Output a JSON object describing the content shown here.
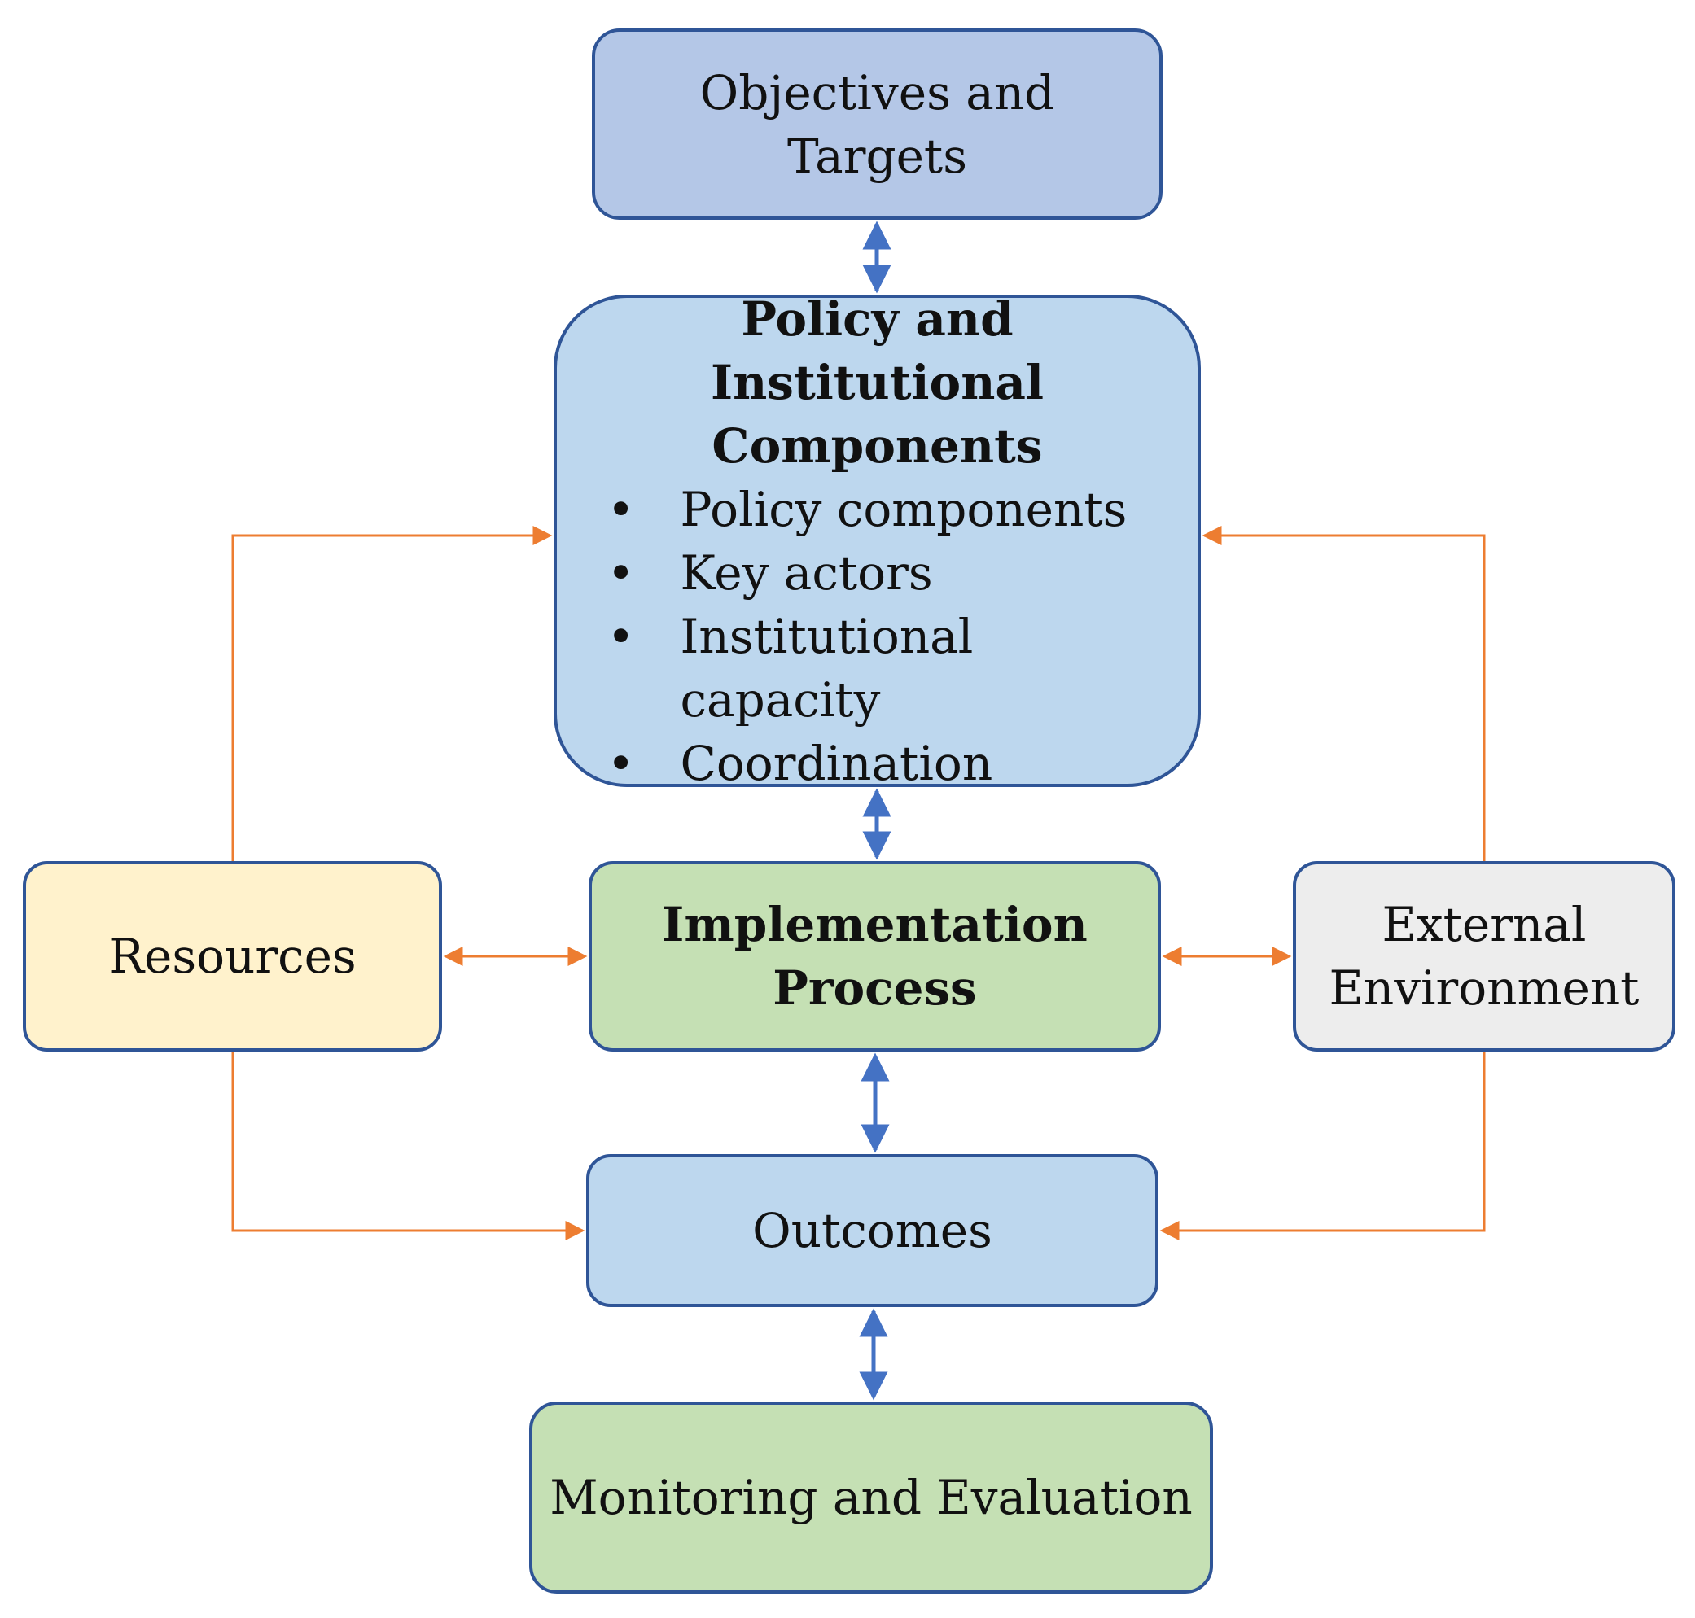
{
  "nodes": {
    "objectives": {
      "label": "Objectives and Targets"
    },
    "policy": {
      "title": "Policy and Institutional Components",
      "items": [
        "Policy components",
        "Key actors",
        "Institutional capacity",
        "Coordination"
      ]
    },
    "resources": {
      "label": "Resources"
    },
    "implementation": {
      "label": "Implementation Process"
    },
    "external": {
      "label": "External Environment"
    },
    "outcomes": {
      "label": "Outcomes"
    },
    "monitoring": {
      "label": "Monitoring and Evaluation"
    }
  },
  "bullet_symbol": "•",
  "colors": {
    "box_border": "#2f5597",
    "objectives_fill": "#b4c7e7",
    "policy_fill": "#bdd7ee",
    "resources_fill": "#fff2cc",
    "implementation_fill": "#c5e0b4",
    "external_fill": "#ededed",
    "outcomes_fill": "#bdd7ee",
    "monitoring_fill": "#c5e0b4",
    "vertical_arrows": "#4472c4",
    "feedback_arrows": "#ed7d31"
  }
}
